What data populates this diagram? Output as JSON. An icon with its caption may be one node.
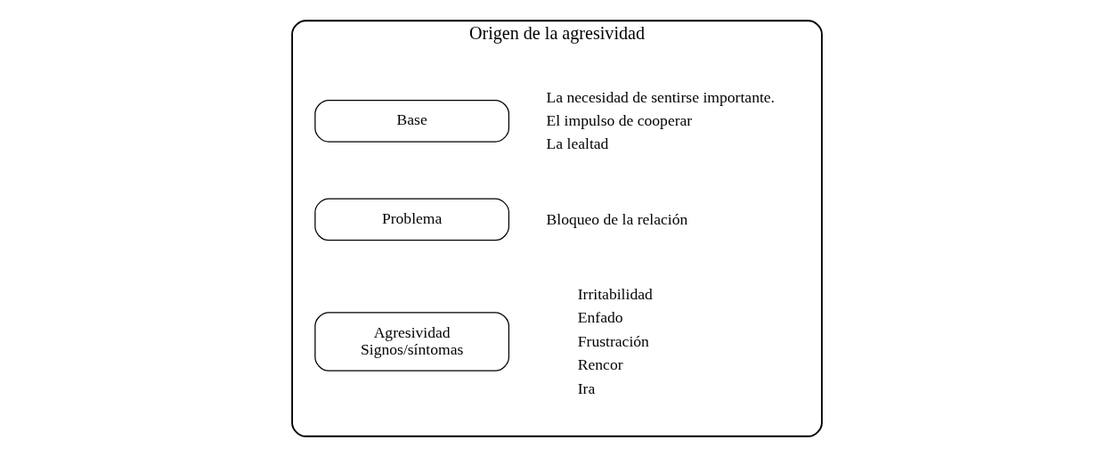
{
  "diagram": {
    "nodes": [
      {
        "text": [
          "Origen de la agresividad"
        ]
      },
      {
        "text": [
          "Base"
        ],
        "in": 0,
        "beside": [
          "La necesidad de sentirse importante.",
          "El impulso de cooperar",
          "La lealtad"
        ]
      },
      {
        "text": [
          "Problema"
        ],
        "in": 0,
        "beside": [
          "Bloqueo de la relación"
        ]
      },
      {
        "text": [
          "Agresividad",
          "Signos/síntomas"
        ],
        "in": 0,
        "beside": [
          "Irritabilidad",
          "Enfado",
          "Frustración",
          "Rencor",
          "Ira"
        ]
      }
    ],
    "edges": []
  }
}
